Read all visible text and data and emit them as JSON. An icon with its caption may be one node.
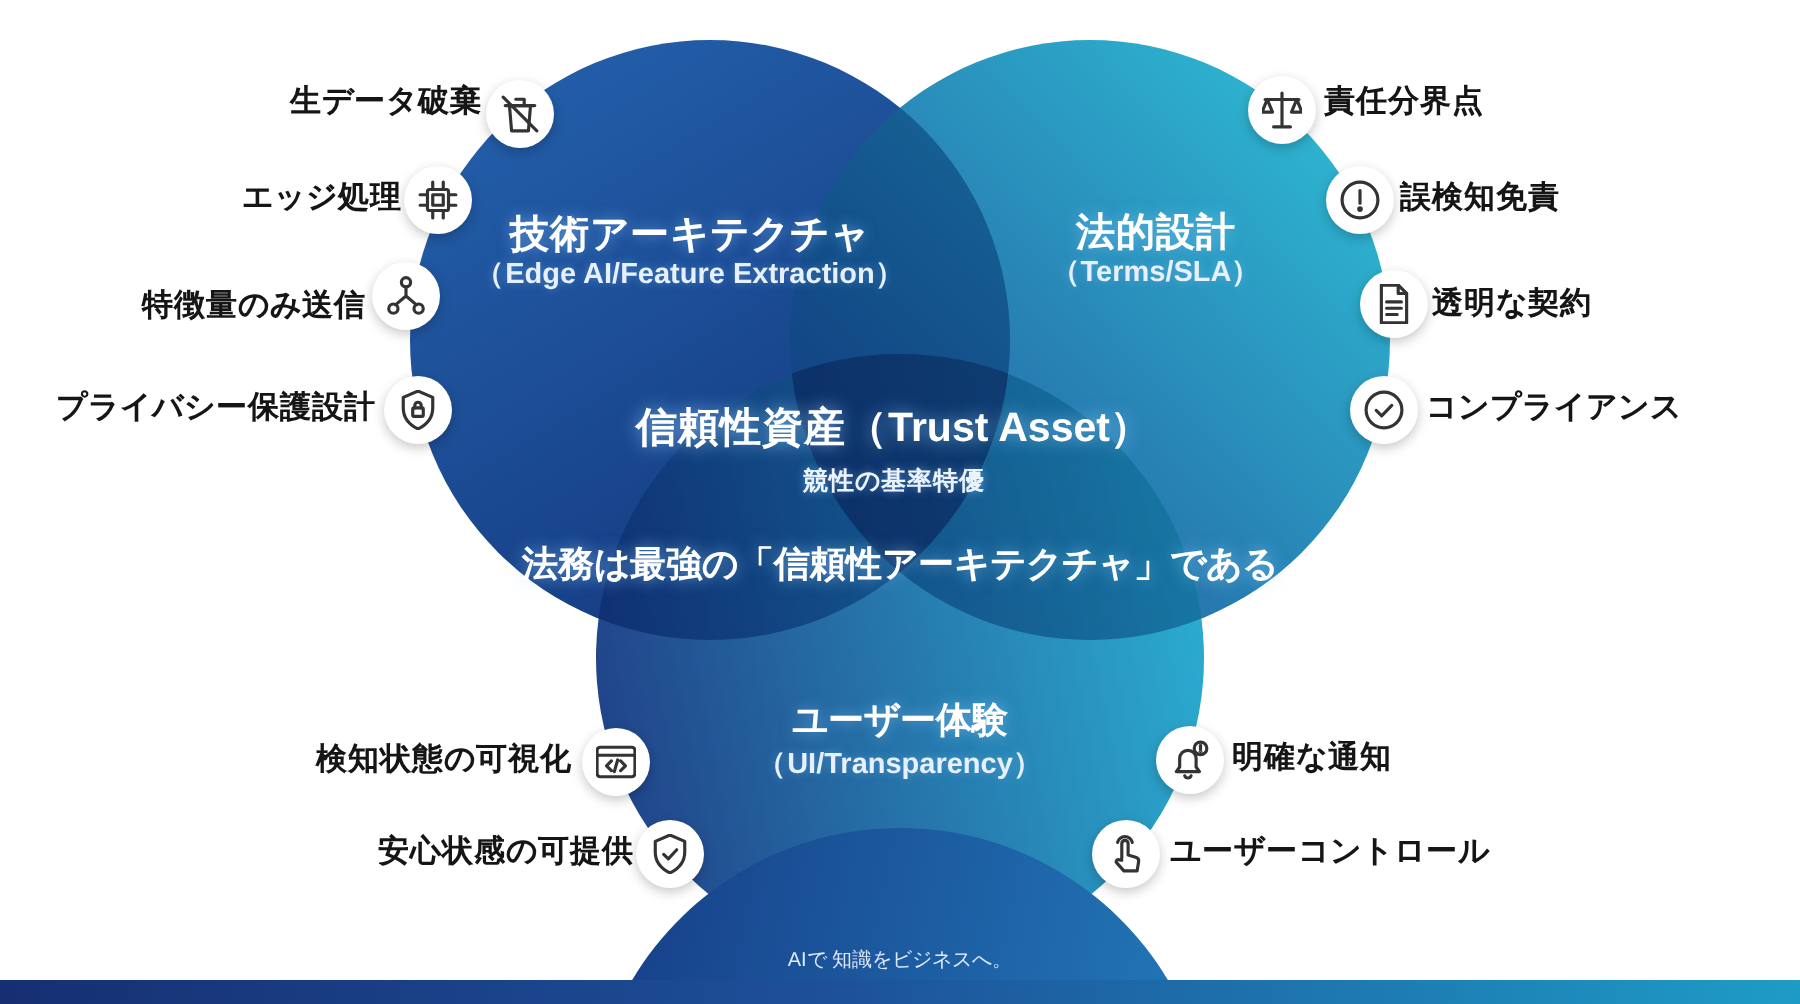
{
  "diagram": {
    "nodes": [
      {
        "text": [
          "技術アーキテクチャ",
          "（Edge AI/Feature Extraction）"
        ],
        "beside": [
          "生データ破棄",
          "エッジ処理",
          "特徴量のみ送信",
          "プライバシー保護設計"
        ]
      },
      {
        "text": [
          "法的設計",
          "（Terms/SLA）"
        ],
        "beside": [
          "責任分界点",
          "誤検知免責",
          "透明な契約",
          "コンプライアンス"
        ]
      },
      {
        "text": [
          "ユーザー体験",
          "（UI/Transparency）"
        ],
        "beside": [
          "検知状態の可視化",
          "明確な通知",
          "安心状感の可提供",
          "ユーザーコントロール"
        ]
      },
      {
        "text": [
          "AIで 知識をビジネスへ。"
        ]
      }
    ],
    "labels": [
      "信頼性資産（Trust Asset）",
      "競性の基率特優",
      "法務は最強の「信頼性アーキテクチャ」である"
    ]
  }
}
